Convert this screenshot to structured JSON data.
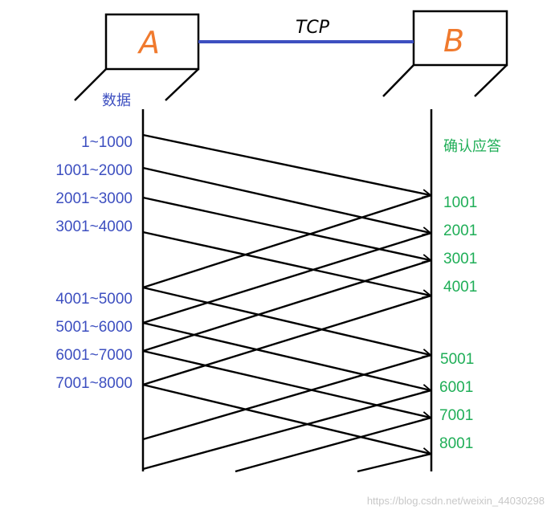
{
  "hosts": {
    "left": "A",
    "right": "B"
  },
  "link_label": "TCP",
  "data_title": "数据",
  "ack_title": "确认应答",
  "segments": [
    "1~1000",
    "1001~2000",
    "2001~3000",
    "3001~4000",
    "4001~5000",
    "5001~6000",
    "6001~7000",
    "7001~8000"
  ],
  "acks": [
    "1001",
    "2001",
    "3001",
    "4001",
    "5001",
    "6001",
    "7001",
    "8001"
  ],
  "watermark": "https://blog.csdn.net/weixin_44030298",
  "colors": {
    "link": "#3d4fc0",
    "node_label": "#f07a2e",
    "segment_text": "#3d4fc0",
    "ack_text": "#1fae57",
    "lines": "#000000"
  }
}
